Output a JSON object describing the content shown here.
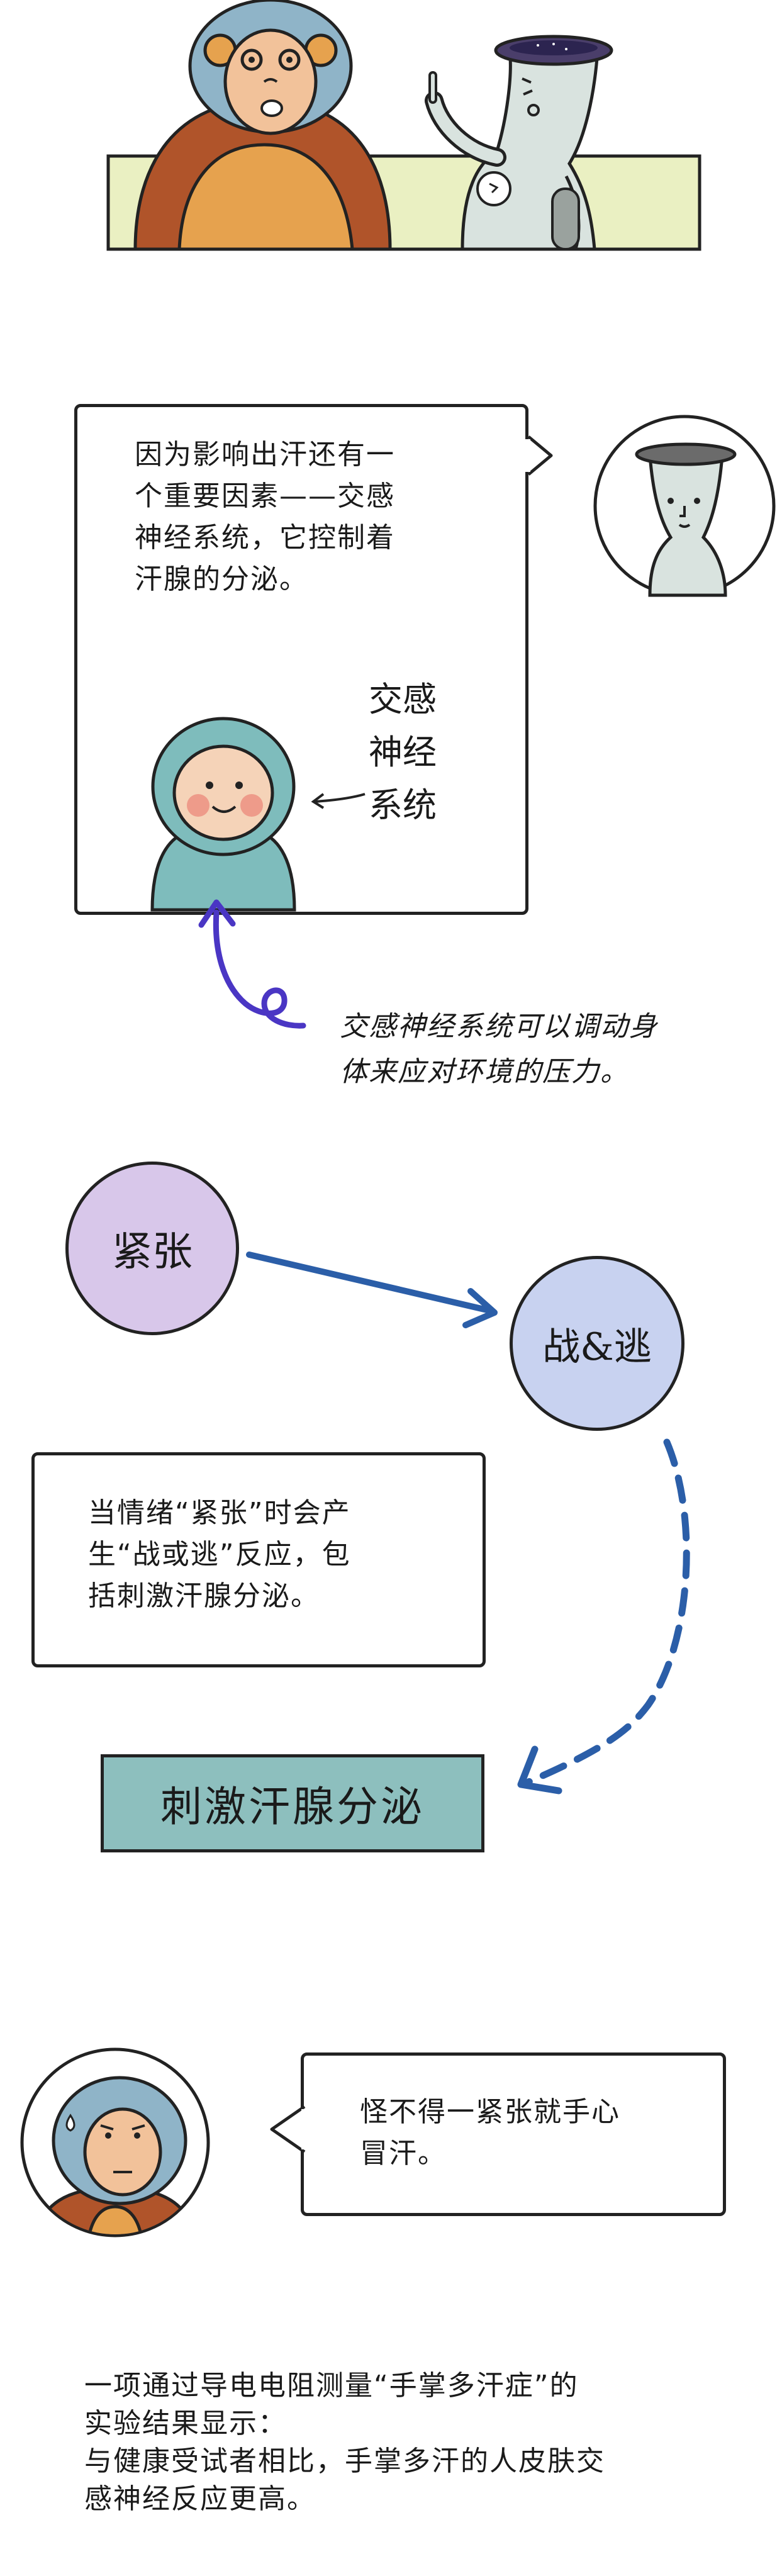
{
  "colors": {
    "ink": "#222222",
    "orangutan_fur": "#b0542a",
    "orangutan_belly": "#e6a24e",
    "orangutan_hood": "#8fb4c8",
    "orangutan_face": "#f2c29a",
    "strip_bg": "#eaf0c2",
    "character_grey": "#d9e3df",
    "sns_hood": "#7ebcbc",
    "blush": "#ee9b8a",
    "arrow_purple": "#4a36c4",
    "arrow_blue": "#2b5ea8",
    "nervous_circle": "#d8c7ea",
    "flight_circle": "#c8d2f0",
    "result_box": "#8dbfbe"
  },
  "icons": {
    "orangutan": "orangutan-character-icon",
    "flask": "flask-character-icon",
    "sns_child": "sympathetic-nerve-child-icon",
    "sweat_drop": "sweat-drop-icon"
  },
  "panel1": {
    "text_lines": [
      "因为影响出汗还有一",
      "个重要因素——交感",
      "神经系统，它控制着",
      "汗腺的分泌。"
    ],
    "hand_label": [
      "交感",
      "神经",
      "系统"
    ]
  },
  "caption1": {
    "lines": [
      "交感神经系统可以调动身",
      "体来应对环境的压力。"
    ]
  },
  "flow": {
    "nervous": "紧张",
    "fight_flight": "战&逃",
    "result": "刺激汗腺分泌"
  },
  "panel2": {
    "lines": [
      "当情绪“紧张”时会产",
      "生“战或逃”反应，包",
      "括刺激汗腺分泌。"
    ]
  },
  "panel3": {
    "lines": [
      "怪不得一紧张就手心",
      "冒汗。"
    ]
  },
  "footer": {
    "lines": [
      "一项通过导电电阻测量“手掌多汗症”的",
      "实验结果显示：",
      "与健康受试者相比，手掌多汗的人皮肤交",
      "感神经反应更高。"
    ]
  }
}
